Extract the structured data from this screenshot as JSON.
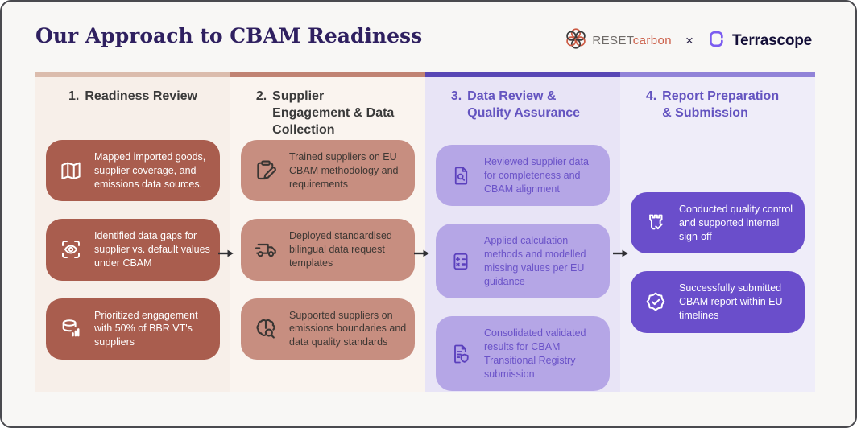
{
  "page": {
    "title": "Our Approach to CBAM Readiness"
  },
  "logos": {
    "reset": {
      "icon": "reset-flower-icon",
      "name_primary": "RESET",
      "name_secondary": "carbon",
      "primary_color": "#6f6b68",
      "secondary_color": "#cc604a"
    },
    "separator": "×",
    "terrascope": {
      "icon": "terrascope-bracket-icon",
      "name": "Terrascope",
      "text_color": "#140f38",
      "icon_color": "#7b5cf0"
    }
  },
  "palette": {
    "slide_bg": "#f8f7f5",
    "title_color": "#2f2060",
    "col1": {
      "bar": "#dbbcad",
      "bg": "#f7efe9",
      "card_bg": "#a95d4e",
      "card_text": "#ffffff",
      "header_text": "#3a3a3a"
    },
    "col2": {
      "bar": "#c08373",
      "bg": "#faf4ef",
      "card_bg": "#c78e80",
      "card_text": "#3d3733",
      "header_text": "#3a3a3a"
    },
    "col3": {
      "bar": "#5847b5",
      "bg": "#e8e4f6",
      "card_bg": "#b5a6e6",
      "card_text": "#6a52c8",
      "header_text": "#6454c0"
    },
    "col4": {
      "bar": "#9183d8",
      "bg": "#efedf9",
      "card_bg": "#6a4ecb",
      "card_text": "#ffffff",
      "header_text": "#6454c0"
    }
  },
  "columns": [
    {
      "number": "1.",
      "title": "Readiness Review",
      "cards": [
        {
          "icon": "map-icon",
          "text": "Mapped imported goods, supplier coverage, and emissions data sources."
        },
        {
          "icon": "eye-scan-icon",
          "text": "Identified data gaps for supplier vs. default values under CBAM"
        },
        {
          "icon": "database-chart-icon",
          "text": "Prioritized engagement with 50% of BBR VT's suppliers"
        }
      ]
    },
    {
      "number": "2.",
      "title": "Supplier Engagement & Data Collection",
      "cards": [
        {
          "icon": "clipboard-pencil-icon",
          "text": "Trained suppliers on EU CBAM methodology and requirements"
        },
        {
          "icon": "truck-icon",
          "text": "Deployed standardised bilingual data request templates"
        },
        {
          "icon": "brain-search-icon",
          "text": "Supported suppliers on emissions boundaries and data quality standards"
        }
      ]
    },
    {
      "number": "3.",
      "title": "Data Review & Quality Assurance",
      "cards": [
        {
          "icon": "document-search-icon",
          "text": "Reviewed supplier data for completeness and CBAM alignment"
        },
        {
          "icon": "calculator-icon",
          "text": "Applied calculation methods and modelled missing values per EU guidance"
        },
        {
          "icon": "document-shield-icon",
          "text": "Consolidated validated results for CBAM Transitional Registry submission"
        }
      ]
    },
    {
      "number": "4.",
      "title": "Report Preparation & Submission",
      "cards": [
        {
          "icon": "castle-check-icon",
          "text": "Conducted quality control and supported internal sign-off"
        },
        {
          "icon": "seal-check-icon",
          "text": "Successfully submitted CBAM report within EU timelines"
        }
      ]
    }
  ]
}
